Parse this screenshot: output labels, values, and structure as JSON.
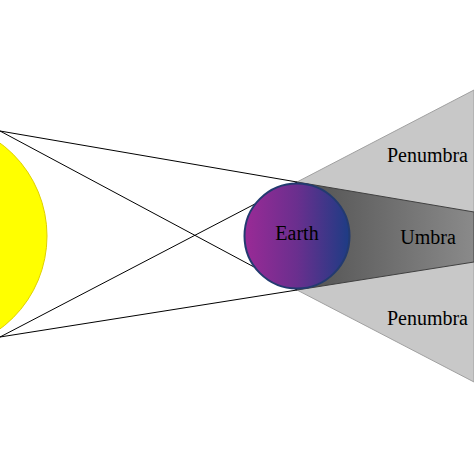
{
  "diagram": {
    "nodes": [
      {
        "text": [
          "Earth"
        ]
      }
    ],
    "labels": [
      "Penumbra",
      "Umbra",
      "Penumbra"
    ]
  }
}
